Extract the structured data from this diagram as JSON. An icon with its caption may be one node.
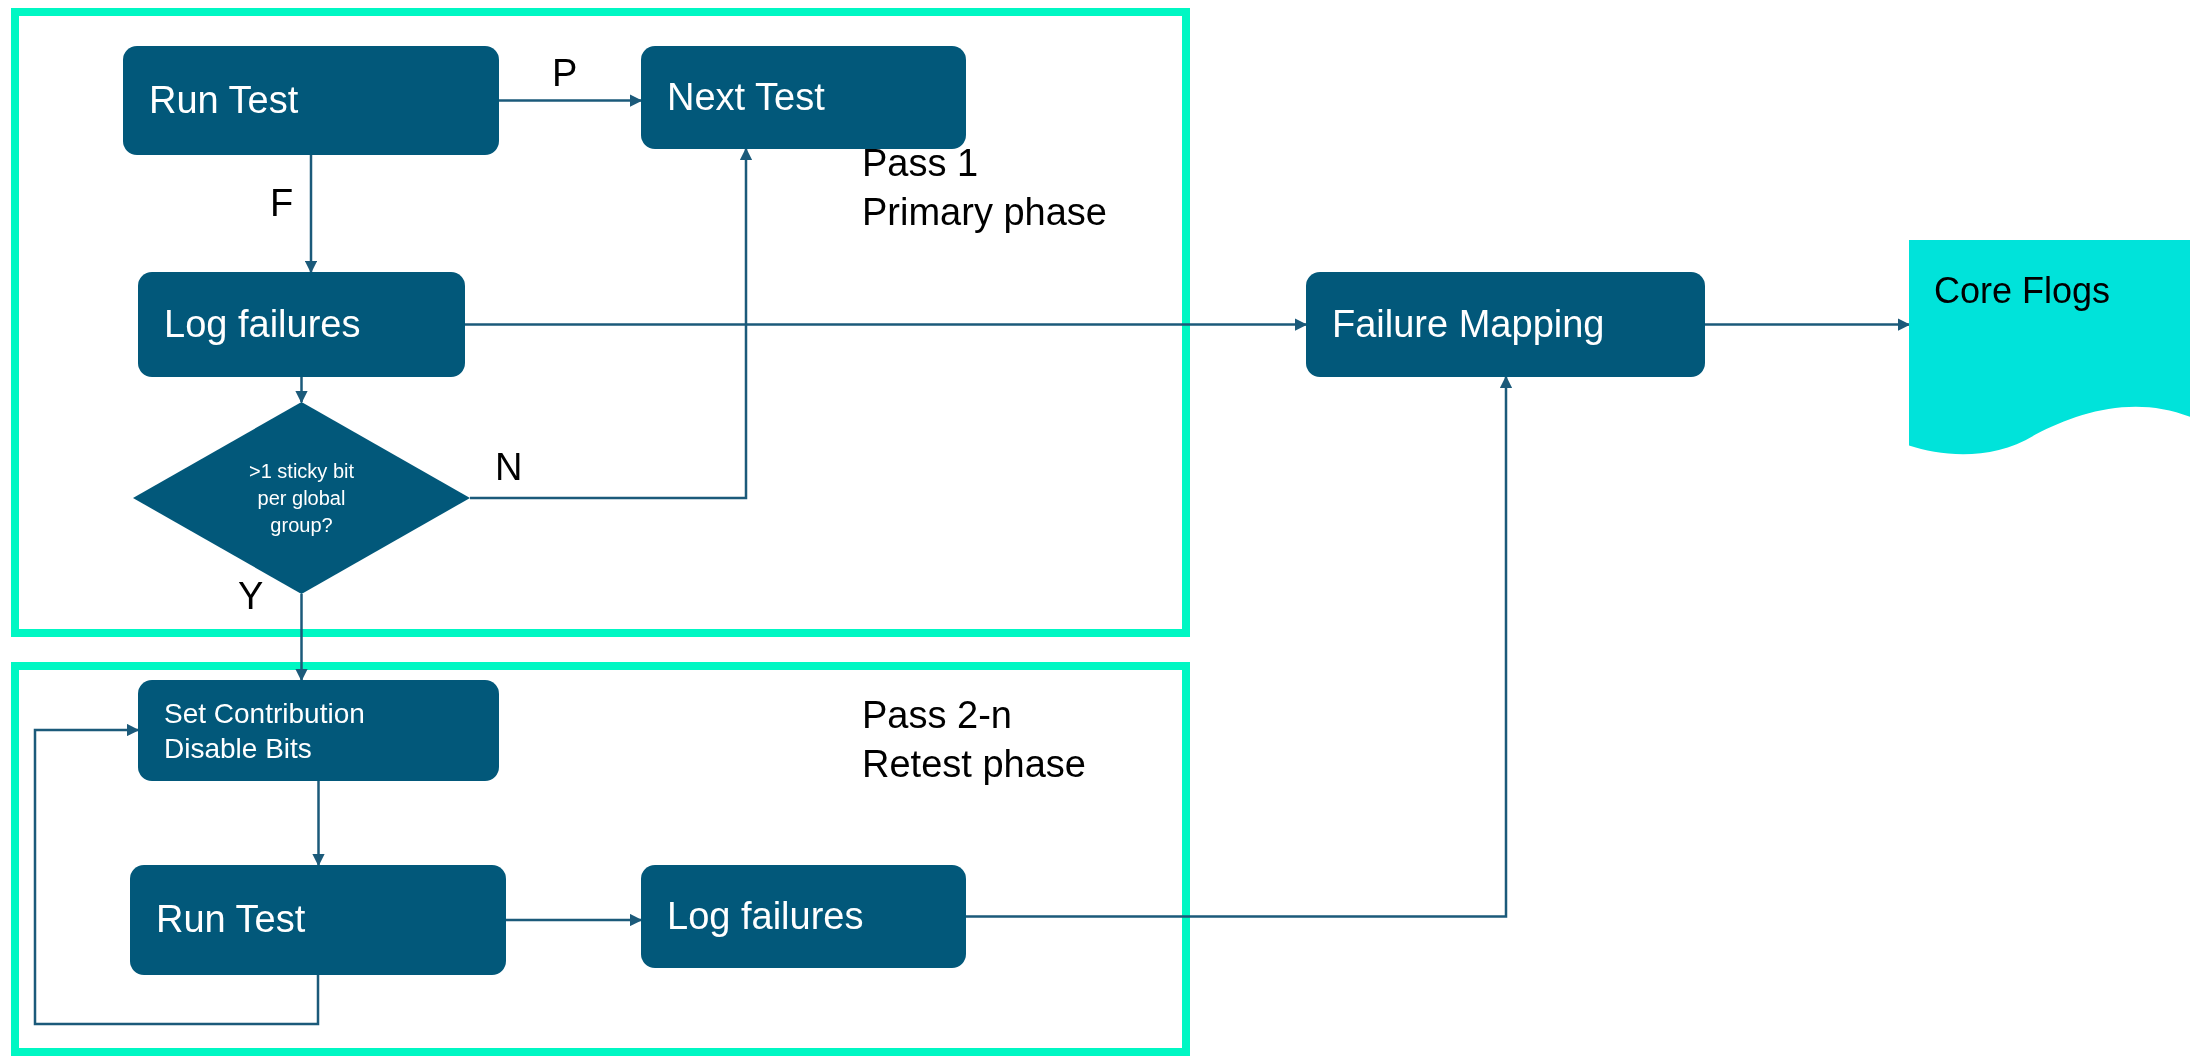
{
  "diagram": {
    "nodes": [
      {
        "text": [
          "Pass 1 Primary phase"
        ]
      },
      {
        "text": [
          "Run Test"
        ],
        "in": 0
      },
      {
        "text": [
          "Next Test"
        ],
        "in": 0
      },
      {
        "text": [
          "Log failures"
        ],
        "in": 0
      },
      {
        "text": [
          ">1 sticky bit per global group?"
        ],
        "in": 0
      },
      {
        "text": [
          "Pass 2-n Retest phase"
        ]
      },
      {
        "text": [
          "Set Contribution Disable Bits"
        ],
        "in": 5
      },
      {
        "text": [
          "Run Test"
        ],
        "in": 5
      },
      {
        "text": [
          "Log failures"
        ],
        "in": 5
      },
      {
        "text": [
          "Failure Mapping"
        ]
      },
      {
        "text": [
          "Core Flogs"
        ]
      }
    ],
    "edges": [
      {
        "from": 1,
        "to": 2,
        "arrow": "to",
        "label": "P"
      },
      {
        "from": 1,
        "to": 3,
        "arrow": "to",
        "label": "F"
      },
      {
        "from": 3,
        "to": 9,
        "arrow": "to"
      },
      {
        "from": 4,
        "to": 2,
        "arrow": "to",
        "label": "N"
      },
      {
        "from": 3,
        "to": 4,
        "arrow": "to"
      },
      {
        "from": 4,
        "to": 6,
        "arrow": "to",
        "label": "Y"
      },
      {
        "from": 6,
        "to": 7,
        "arrow": "to"
      },
      {
        "from": 7,
        "to": 6,
        "arrow": "to"
      },
      {
        "from": 7,
        "to": 8,
        "arrow": "to"
      },
      {
        "from": 8,
        "to": 9,
        "arrow": "to"
      },
      {
        "from": 9,
        "to": 10,
        "arrow": "to"
      }
    ]
  }
}
